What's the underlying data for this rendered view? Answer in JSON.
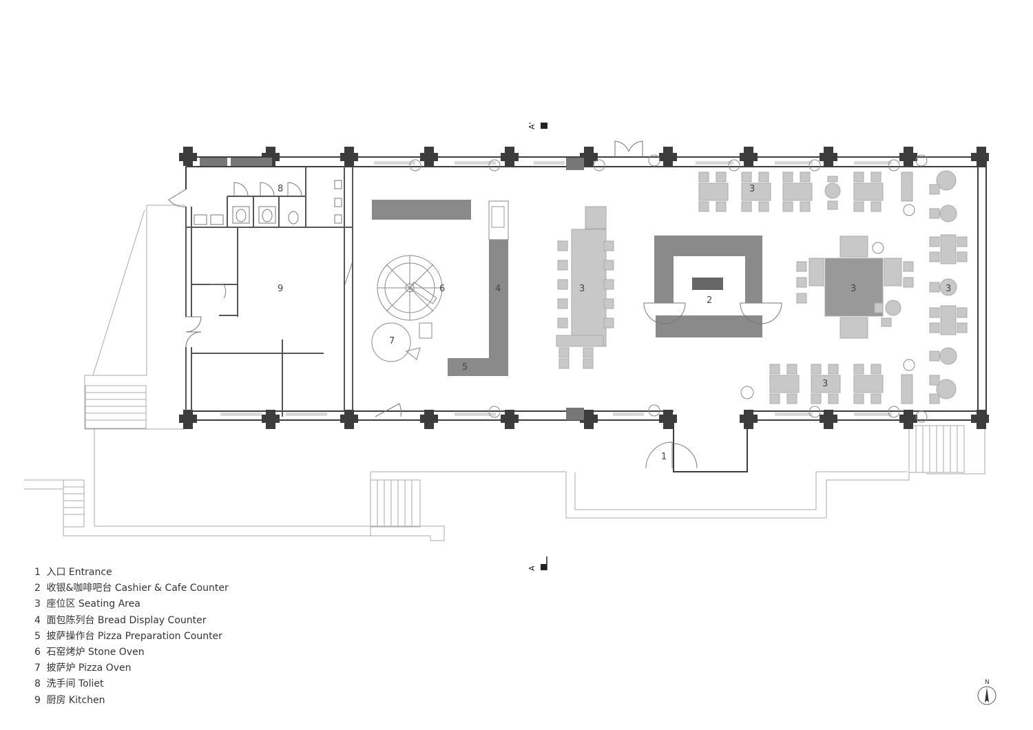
{
  "room_labels": {
    "toilet": "8",
    "kitchen": "9",
    "stone_oven": "6",
    "pizza_oven": "7",
    "bread_counter": "4",
    "pizza_prep": "5",
    "seating_long": "3",
    "seating_top": "3",
    "seating_center": "3",
    "seating_right": "3",
    "seating_bottom": "3",
    "cashier": "2",
    "entrance": "1"
  },
  "section_marks": {
    "top": "A'",
    "bottom": "A"
  },
  "legend": [
    {
      "num": "1",
      "text": "入口 Entrance"
    },
    {
      "num": "2",
      "text": "收银&咖啡吧台 Cashier & Cafe Counter"
    },
    {
      "num": "3",
      "text": "座位区 Seating Area"
    },
    {
      "num": "4",
      "text": "面包陈列台 Bread Display Counter"
    },
    {
      "num": "5",
      "text": "披萨操作台 Pizza Preparation Counter"
    },
    {
      "num": "6",
      "text": "石窑烤炉 Stone Oven"
    },
    {
      "num": "7",
      "text": "披萨炉 Pizza Oven"
    },
    {
      "num": "8",
      "text": "洗手间 Toliet"
    },
    {
      "num": "9",
      "text": "厨房 Kitchen"
    }
  ],
  "north": {
    "letter": "N"
  },
  "colors": {
    "wall": "#3c3c3c",
    "furniture": "#c8c8c8",
    "counter": "#8a8a8a",
    "line": "#9a9a9a"
  }
}
